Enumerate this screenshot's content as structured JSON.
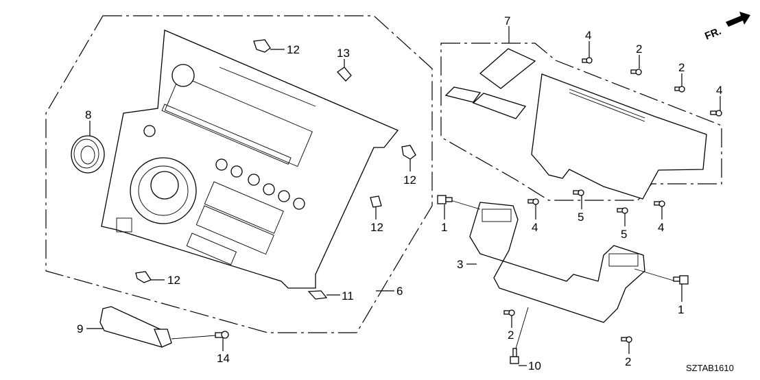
{
  "diagram": {
    "diagram_code": "SZTAB1610",
    "direction_label": "FR.",
    "callouts": {
      "c1a": "1",
      "c1b": "1",
      "c2a": "2",
      "c2b": "2",
      "c2c": "2",
      "c2d": "2",
      "c3": "3",
      "c4a": "4",
      "c4b": "4",
      "c4c": "4",
      "c4d": "4",
      "c5a": "5",
      "c5b": "5",
      "c6": "6",
      "c7": "7",
      "c8": "8",
      "c9": "9",
      "c10": "10",
      "c11": "11",
      "c12a": "12",
      "c12b": "12",
      "c12c": "12",
      "c12d": "12",
      "c13": "13",
      "c14": "14"
    }
  }
}
